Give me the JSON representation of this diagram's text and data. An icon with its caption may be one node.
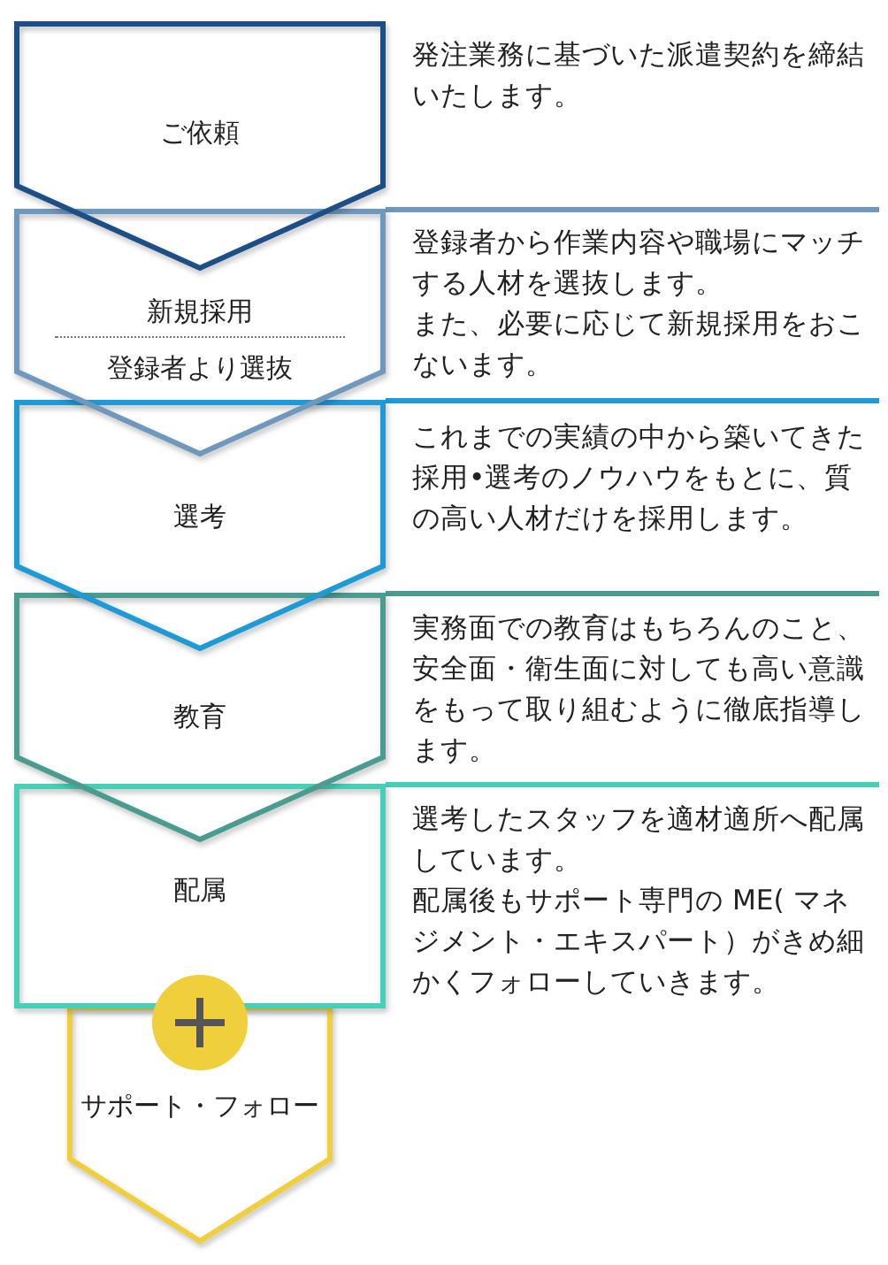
{
  "diagram": {
    "nodes": [
      {
        "text": [
          "ご依頼"
        ],
        "beside": [
          "発注業務に基づいた派遣契約を締結いたします。"
        ]
      },
      {
        "text": [
          "新規採用",
          "登録者より選抜"
        ],
        "beside": [
          "登録者から作業内容や職場にマッチする人材を選抜します。",
          "また、必要に応じて新規採用をおこないます。"
        ]
      },
      {
        "text": [
          "選考"
        ],
        "beside": [
          "これまでの実績の中から築いてきた採用•選考のノウハウをもとに、質の高い人材だけを採用します。"
        ]
      },
      {
        "text": [
          "教育"
        ],
        "beside": [
          "実務面での教育はもちろんのこと、安全面・衛生面に対しても高い意識をもって取り組むように徹底指導します。"
        ]
      },
      {
        "text": [
          "配属"
        ],
        "beside": [
          "選考したスタッフを適材適所へ配属しています。",
          "配属後もサポート専門の ME( マネジメント・エキスパート）がきめ細かくフォローしていきます。"
        ]
      },
      {
        "text": [
          "サポート・フォロー"
        ]
      }
    ]
  }
}
